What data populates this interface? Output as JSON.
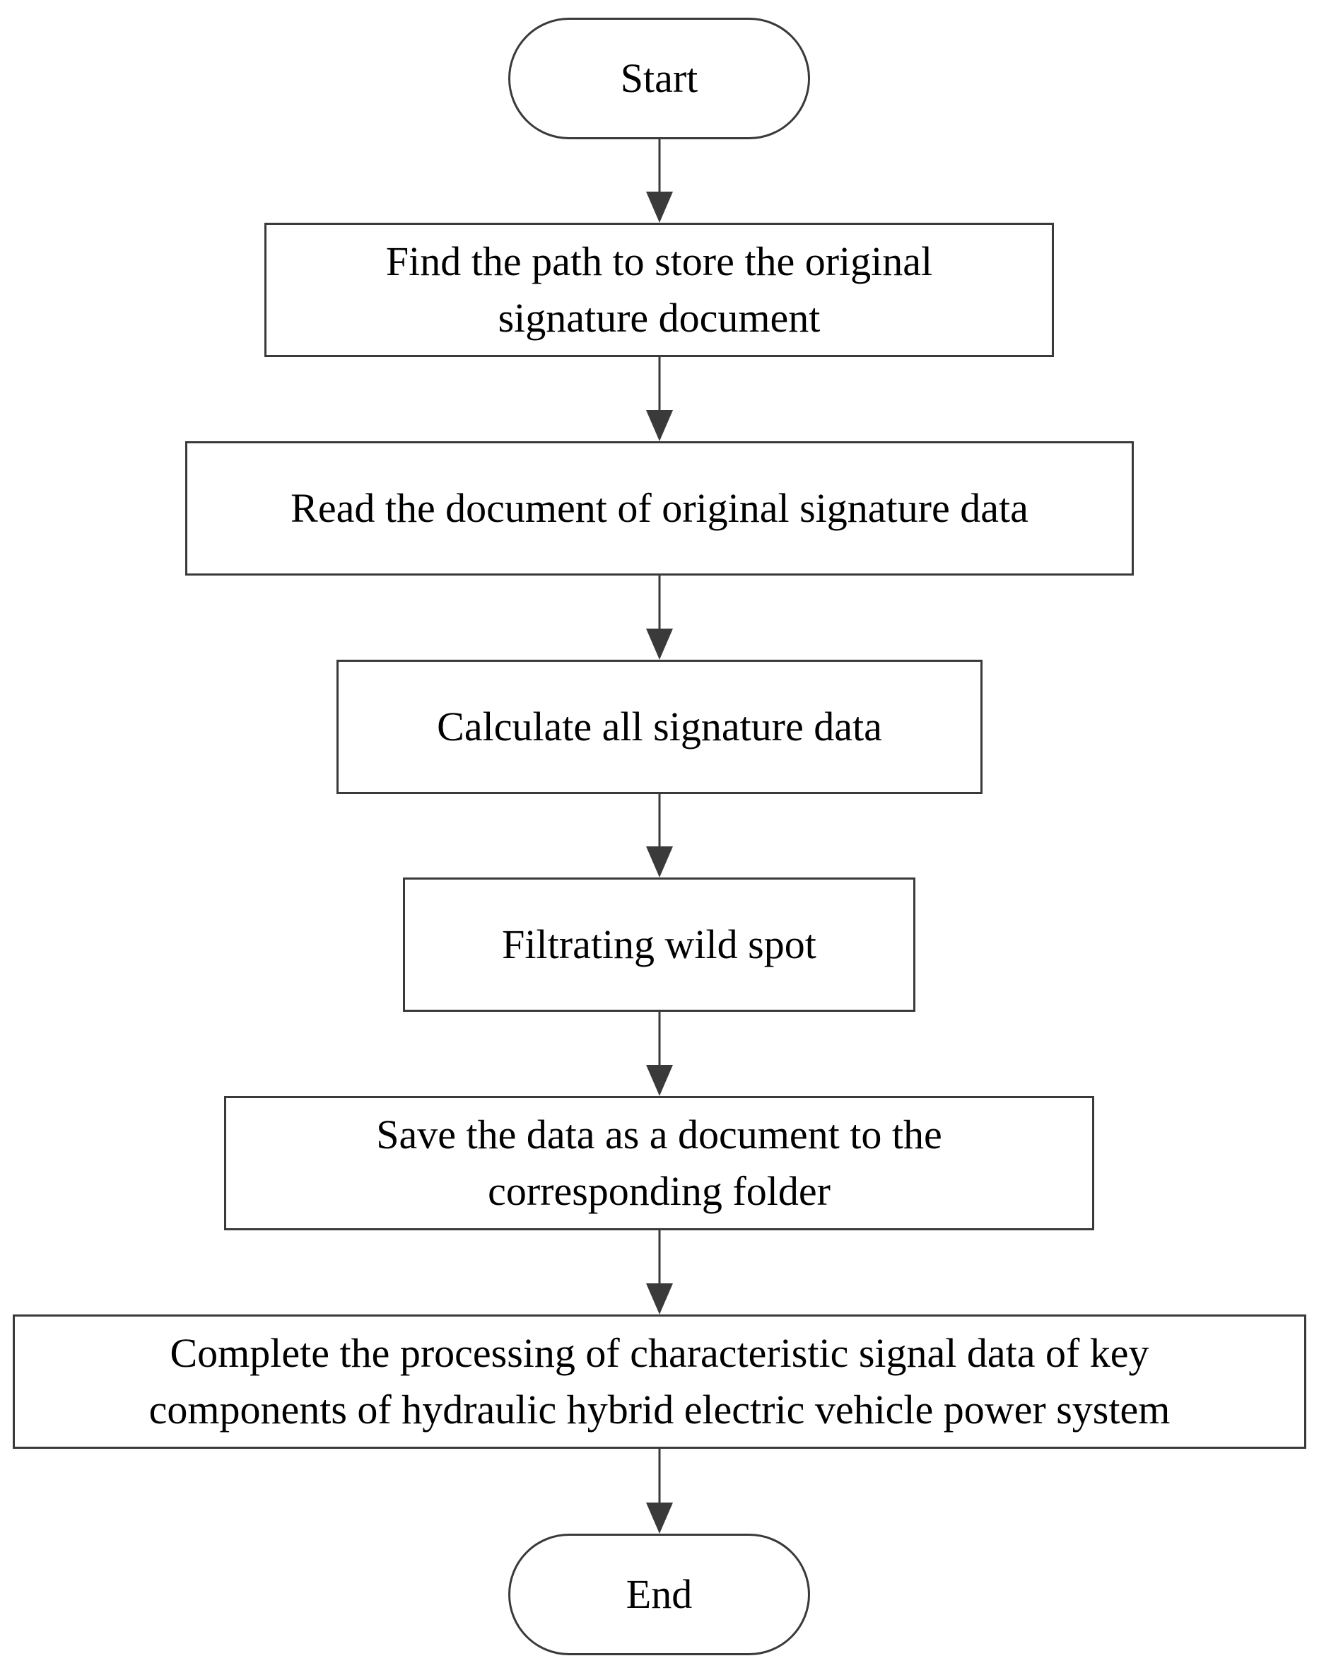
{
  "diagram": {
    "type": "flowchart",
    "nodes": [
      {
        "id": "start",
        "shape": "terminal",
        "label": "Start"
      },
      {
        "id": "step-1",
        "shape": "process",
        "lines": [
          "Find the path to store the original",
          "signature document"
        ]
      },
      {
        "id": "step-2",
        "shape": "process",
        "lines": [
          "Read the document of original signature data"
        ]
      },
      {
        "id": "step-3",
        "shape": "process",
        "lines": [
          "Calculate all signature data"
        ]
      },
      {
        "id": "step-4",
        "shape": "process",
        "lines": [
          "Filtrating wild spot"
        ]
      },
      {
        "id": "step-5",
        "shape": "process",
        "lines": [
          "Save the data as a document to the",
          "corresponding folder"
        ]
      },
      {
        "id": "step-6",
        "shape": "process",
        "lines": [
          "Complete the processing of characteristic signal data of key",
          "components of hydraulic hybrid electric vehicle power system"
        ]
      },
      {
        "id": "end",
        "shape": "terminal",
        "label": "End"
      }
    ],
    "edges": [
      {
        "from": "start",
        "to": "step-1"
      },
      {
        "from": "step-1",
        "to": "step-2"
      },
      {
        "from": "step-2",
        "to": "step-3"
      },
      {
        "from": "step-3",
        "to": "step-4"
      },
      {
        "from": "step-4",
        "to": "step-5"
      },
      {
        "from": "step-5",
        "to": "step-6"
      },
      {
        "from": "step-6",
        "to": "end"
      }
    ],
    "colors": {
      "stroke": "#3a3a3a",
      "arrow": "#3a3a3a",
      "fill": "#ffffff",
      "text": "#000000"
    }
  }
}
